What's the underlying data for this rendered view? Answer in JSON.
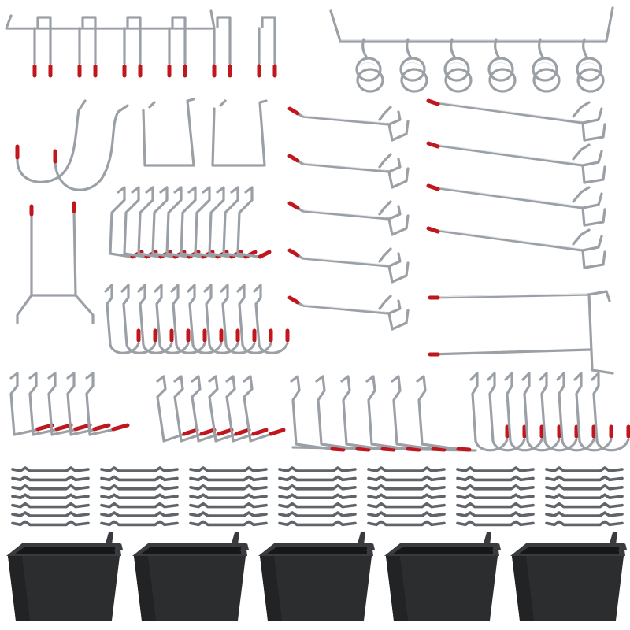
{
  "image": {
    "background_color": "#ffffff",
    "colors": {
      "metal": "#9aa0a6",
      "metal_highlight": "#e4e7ea",
      "metal_dark": "#5e646a",
      "rubber_tip": "#c0161e",
      "bin_plastic": "#2c2d2f"
    },
    "groups": [
      {
        "key": "hook-strip-6",
        "count": 1
      },
      {
        "key": "ring-hook-strip-6",
        "count": 1
      },
      {
        "key": "large-j-hook",
        "count": 2
      },
      {
        "key": "trapezoid-hook",
        "count": 2
      },
      {
        "key": "double-rod-hook",
        "count": 5
      },
      {
        "key": "double-rod-hook-long",
        "count": 5
      },
      {
        "key": "double-arm-hook",
        "count": 1
      },
      {
        "key": "angled-hook",
        "count": 10
      },
      {
        "key": "curved-hook",
        "count": 10
      },
      {
        "key": "l-hook-small",
        "count": 10
      },
      {
        "key": "l-hook-medium",
        "count": 6
      },
      {
        "key": "l-hook-row-long",
        "count": 6
      },
      {
        "key": "j-hook-row",
        "count": 8
      },
      {
        "key": "locking-clip",
        "count": 49
      },
      {
        "key": "storage-bin",
        "count": 5
      }
    ]
  }
}
